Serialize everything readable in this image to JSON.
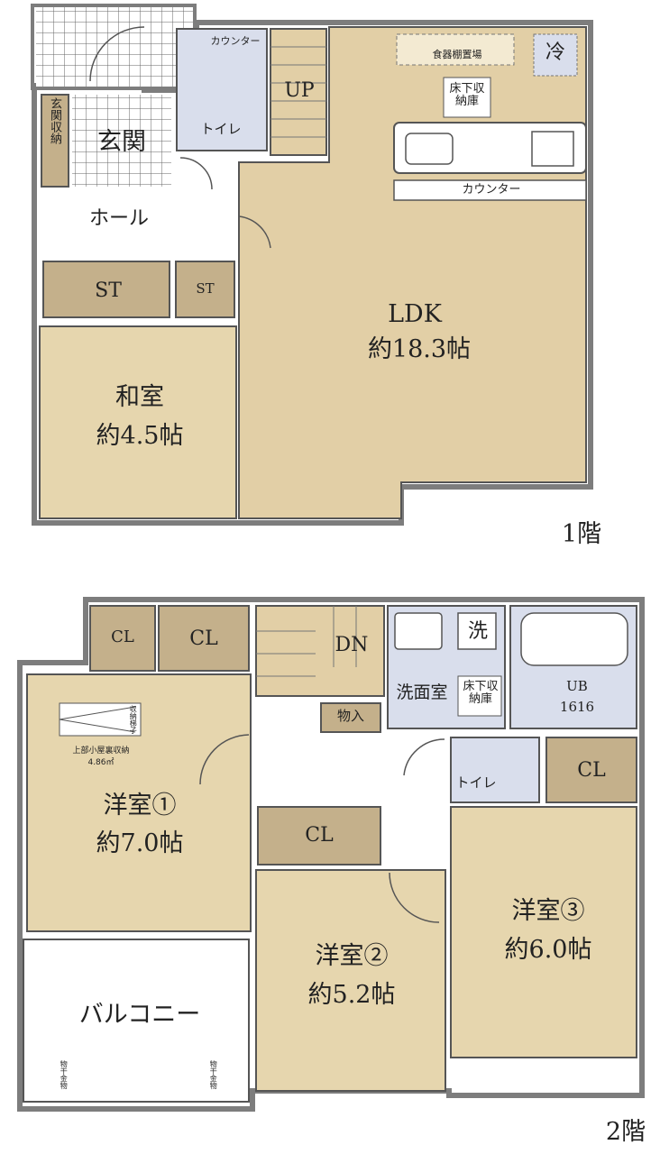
{
  "floor1": {
    "label": "1階",
    "genkan_storage": "玄関収納",
    "genkan": "玄関",
    "hall": "ホール",
    "counter_small": "カウンター",
    "toilet": "トイレ",
    "up": "UP",
    "dish_shelf": "食器棚置場",
    "fridge": "冷",
    "underfloor_storage": "床下収納庫",
    "counter": "カウンター",
    "st_left": "ST",
    "st_right": "ST",
    "washitsu_name": "和室",
    "washitsu_size": "約4.5帖",
    "ldk_name": "LDK",
    "ldk_size": "約18.3帖"
  },
  "floor2": {
    "label": "2階",
    "cl_1": "CL",
    "cl_2": "CL",
    "dn": "DN",
    "wash": "洗",
    "senmen": "洗面室",
    "underfloor_storage": "床下収納庫",
    "ub_name": "UB",
    "ub_size": "1616",
    "monoire": "物入",
    "attic_ladder": "収納梯子",
    "attic_storage": "上部小屋裏収納",
    "attic_area": "4.86㎡",
    "room1_name": "洋室①",
    "room1_size": "約7.0帖",
    "toilet": "トイレ",
    "cl_3": "CL",
    "cl_4": "CL",
    "room2_name": "洋室②",
    "room2_size": "約5.2帖",
    "room3_name": "洋室③",
    "room3_size": "約6.0帖",
    "balcony": "バルコニー",
    "drying_left": "物干金物",
    "drying_right": "物干金物"
  },
  "colors": {
    "wall": "#7d7d7d",
    "floor_beige": "#e6d6ae",
    "ldk_tan": "#e2cfa6",
    "storage_tan": "#c4b08b",
    "wet_blue": "#d9deec",
    "white": "#ffffff",
    "line": "#555555"
  }
}
